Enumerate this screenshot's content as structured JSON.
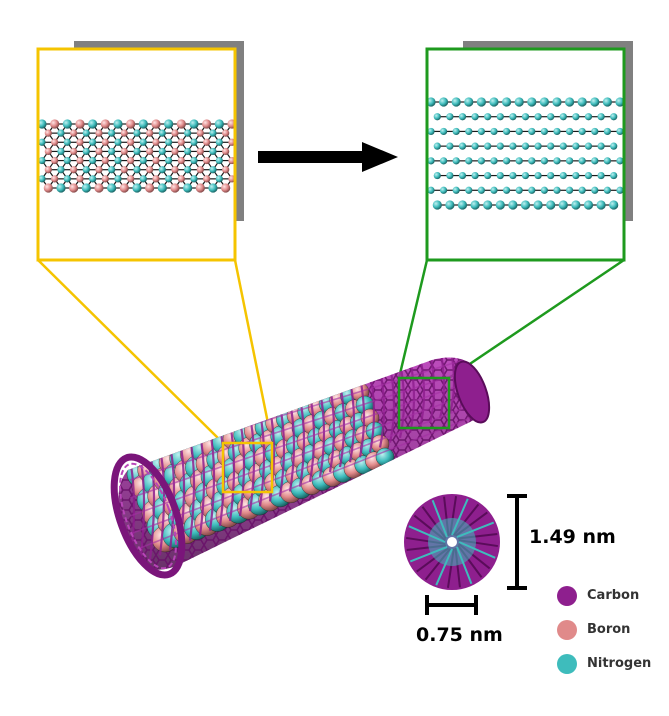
{
  "colors": {
    "carbon": "#8e1f8e",
    "boron": "#e08a8a",
    "nitrogen": "#3ebcbc",
    "yellow_box": "#f5c400",
    "green_box": "#1e9a1e"
  },
  "dimensions": {
    "diameter_outer": "1.49 nm",
    "diameter_inner": "0.75 nm"
  },
  "legend": [
    {
      "label": "Carbon",
      "color": "#8e1f8e"
    },
    {
      "label": "Boron",
      "color": "#e08a8a"
    },
    {
      "label": "Nitrogen",
      "color": "#3ebcbc"
    }
  ]
}
